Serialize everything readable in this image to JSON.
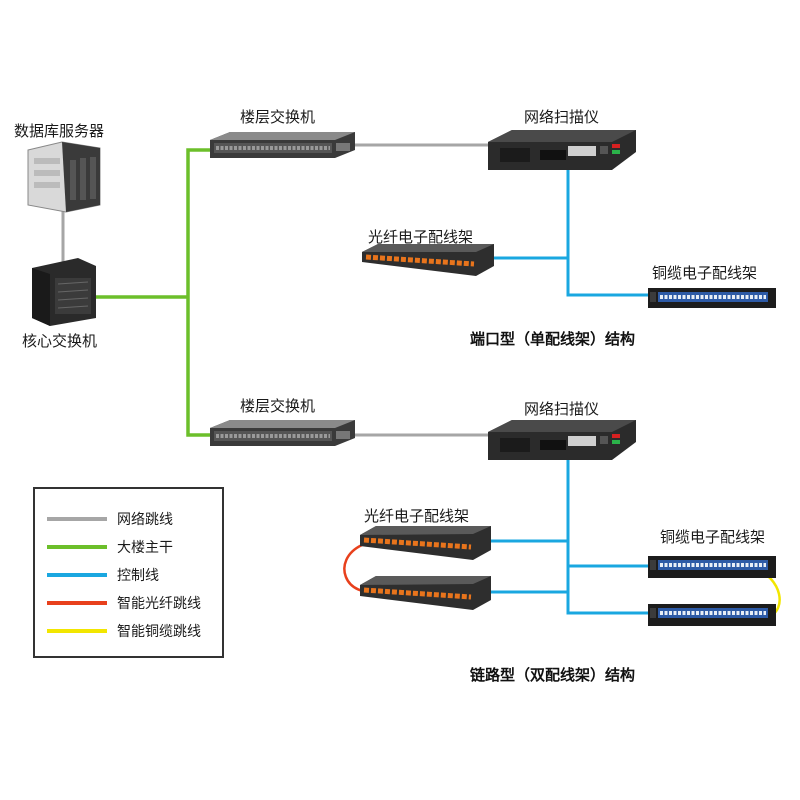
{
  "labels": {
    "db_server": "数据库服务器",
    "core_switch": "核心交换机",
    "floor_switch_1": "楼层交换机",
    "floor_switch_2": "楼层交换机",
    "scanner_1": "网络扫描仪",
    "scanner_2": "网络扫描仪",
    "fiber_panel_1": "光纤电子配线架",
    "fiber_panel_2": "光纤电子配线架",
    "copper_panel_1": "铜缆电子配线架",
    "copper_panel_2": "铜缆电子配线架"
  },
  "titles": {
    "port_type": "端口型（单配线架）结构",
    "link_type": "链路型（双配线架）结构"
  },
  "legend": [
    {
      "label": "网络跳线",
      "color": "#a6a6a6"
    },
    {
      "label": "大楼主干",
      "color": "#6cbf2a"
    },
    {
      "label": "控制线",
      "color": "#1aa7e0"
    },
    {
      "label": "智能光纤跳线",
      "color": "#e8401c"
    },
    {
      "label": "智能铜缆跳线",
      "color": "#f2e600"
    }
  ],
  "colors": {
    "patch": "#a6a6a6",
    "backbone": "#6cbf2a",
    "control": "#1aa7e0",
    "fiber_jumper": "#e8401c",
    "copper_jumper": "#f2e600",
    "device_dark": "#2b2b2b",
    "fiber_port": "#e8741c"
  }
}
